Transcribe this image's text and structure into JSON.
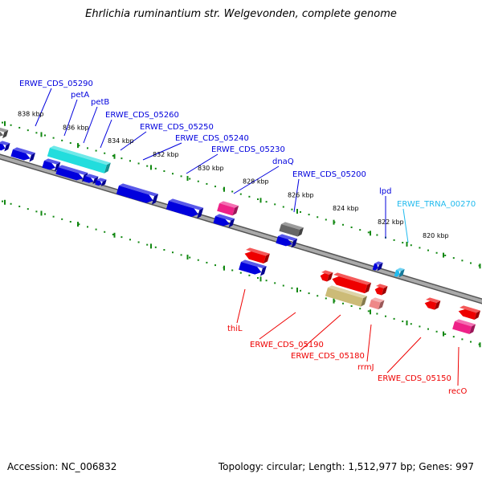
{
  "title": "Ehrlichia ruminantium str. Welgevonden, complete genome",
  "footer": {
    "accession": "Accession: NC_006832",
    "summary": "Topology: circular; Length: 1,512,977 bp; Genes: 997"
  },
  "colors": {
    "cds_forward": "#0000dd",
    "cds_reverse": "#ee0000",
    "trna": "#22bbee",
    "rrna": "#ccbb77",
    "highlight_cyan": "#22dddd",
    "misc_pink": "#ee2288",
    "pseudo_gray": "#666666",
    "tick_green": "#118811",
    "backbone": "#888888"
  },
  "ticks": [
    "838 kbp",
    "836 kbp",
    "834 kbp",
    "832 kbp",
    "830 kbp",
    "828 kbp",
    "826 kbp",
    "824 kbp",
    "822 kbp",
    "820 kbp"
  ],
  "labels_top": [
    {
      "text": "ERWE_CDS_05290",
      "color": "#0000dd"
    },
    {
      "text": "petA",
      "color": "#0000dd"
    },
    {
      "text": "petB",
      "color": "#0000dd"
    },
    {
      "text": "ERWE_CDS_05260",
      "color": "#0000dd"
    },
    {
      "text": "ERWE_CDS_05250",
      "color": "#0000dd"
    },
    {
      "text": "ERWE_CDS_05240",
      "color": "#0000dd"
    },
    {
      "text": "ERWE_CDS_05230",
      "color": "#0000dd"
    },
    {
      "text": "dnaQ",
      "color": "#0000dd"
    },
    {
      "text": "ERWE_CDS_05200",
      "color": "#0000dd"
    },
    {
      "text": "lpd",
      "color": "#0000dd"
    },
    {
      "text": "ERWE_TRNA_00270",
      "color": "#22bbee"
    }
  ],
  "labels_bottom": [
    {
      "text": "thiL",
      "color": "#ee0000"
    },
    {
      "text": "ERWE_CDS_05190",
      "color": "#ee0000"
    },
    {
      "text": "ERWE_CDS_05180",
      "color": "#ee0000"
    },
    {
      "text": "rrmJ",
      "color": "#ee0000"
    },
    {
      "text": "ERWE_CDS_05150",
      "color": "#ee0000"
    },
    {
      "text": "recO",
      "color": "#ee0000"
    }
  ]
}
